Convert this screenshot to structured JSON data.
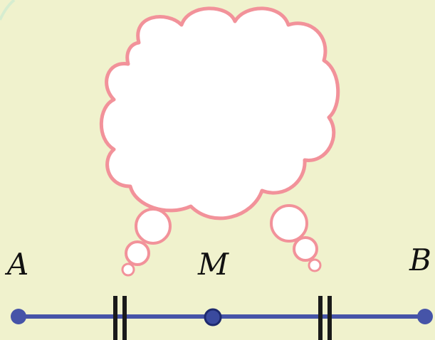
{
  "segment": {
    "start_label": "A",
    "midpoint_label": "M",
    "end_label": "B",
    "line_color": "#4654a8",
    "endpoint_color": "#4654a8",
    "midpoint_fill": "#3a4a9e",
    "tick_mark_color": "#1a1a1a",
    "equal_marks_per_half": 2
  },
  "thought_bubble": {
    "text": "",
    "outline_color": "#f2929a",
    "fill_color": "#ffffff"
  },
  "background": {
    "color": "#f0f2cd",
    "corner_arc_color": "#d6edd0"
  }
}
